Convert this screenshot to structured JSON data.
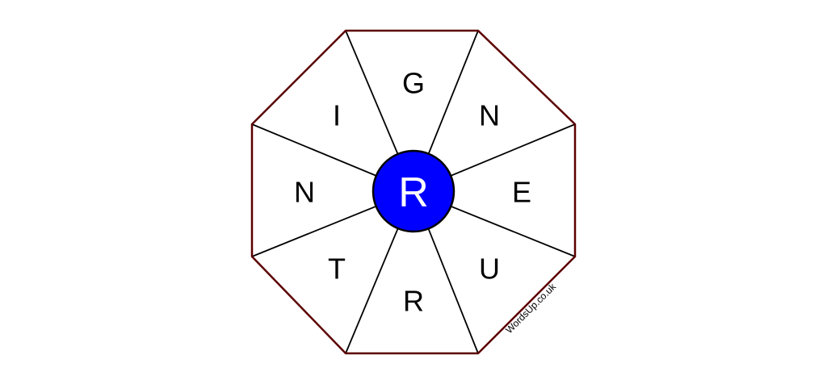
{
  "puzzle": {
    "center_letter": "R",
    "outer_letters": [
      "G",
      "N",
      "E",
      "U",
      "R",
      "T",
      "N",
      "I"
    ],
    "watermark": "WordsUp.co.uk"
  },
  "colors": {
    "border": "#5c0000",
    "spokes": "#000000",
    "center_fill": "#0000ff",
    "center_letter": "#ffffff",
    "background": "#ffffff"
  }
}
